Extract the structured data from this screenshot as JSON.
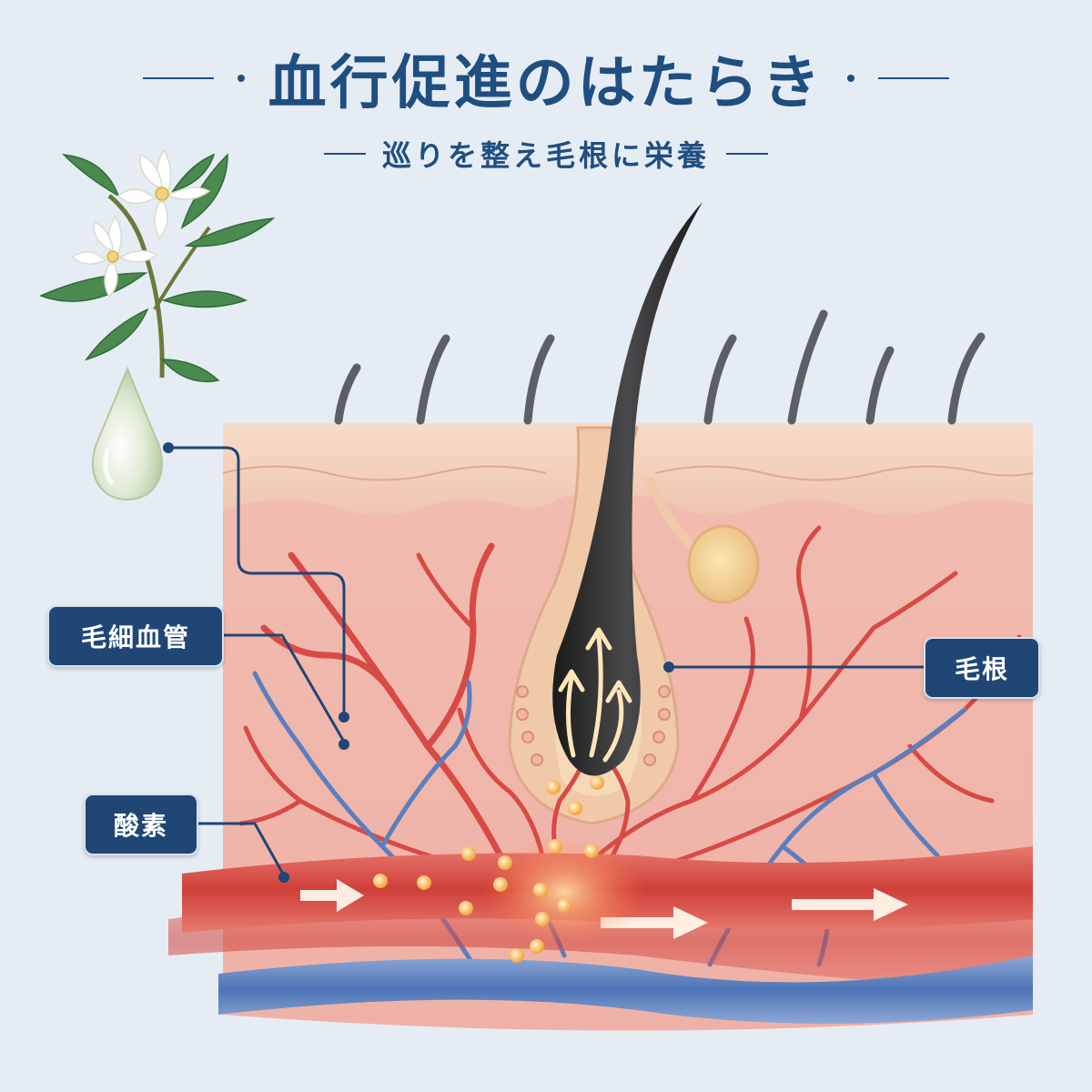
{
  "title": "血行促進のはたらき",
  "subtitle": "巡りを整え毛根に栄養",
  "labels": {
    "capillary": "毛細血管",
    "oxygen": "酸素",
    "hair_root": "毛根"
  },
  "colors": {
    "navy": "#1f4675",
    "artery": "#d84a45",
    "vein": "#4d74b6",
    "skin": "#f3c9bf",
    "background": "#e6ecf4"
  },
  "icons": [
    "jasmine-flower-icon",
    "oil-drop-icon"
  ]
}
